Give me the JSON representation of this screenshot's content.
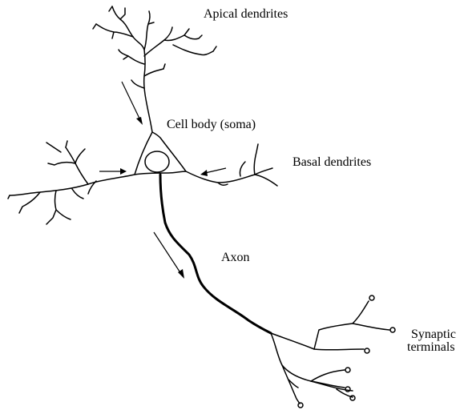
{
  "labels": {
    "apical": "Apical dendrites",
    "soma": "Cell body (soma)",
    "basal": "Basal dendrites",
    "axon": "Axon",
    "synaptic_line1": "Synaptic",
    "synaptic_line2": "terminals"
  }
}
